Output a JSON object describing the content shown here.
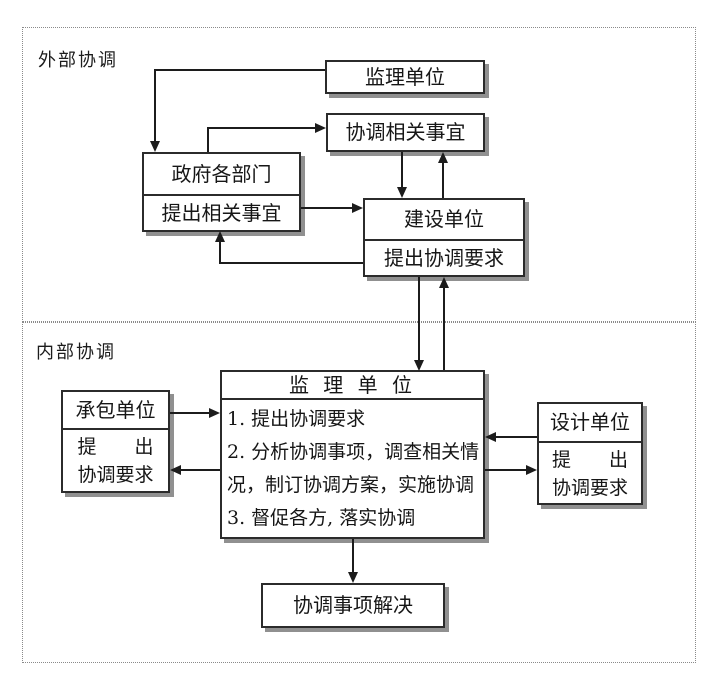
{
  "external_section": {
    "label": "外部协调",
    "supervision_box": {
      "title": "监理单位"
    },
    "coordination_matters_box": {
      "title": "协调相关事宜"
    },
    "government_box": {
      "title": "政府各部门",
      "action": "提出相关事宜"
    },
    "construction_box": {
      "title": "建设单位",
      "action": "提出协调要求"
    }
  },
  "internal_section": {
    "label": "内部协调",
    "contractor_box": {
      "title": "承包单位",
      "action_line1": "提　　出",
      "action_line2": "协调要求"
    },
    "supervision_box": {
      "title": "监 理 单 位",
      "items": [
        "1. 提出协调要求",
        "2. 分析协调事项，调查相关情况，制订协调方案，实施协调",
        "3. 督促各方, 落实协调"
      ]
    },
    "design_box": {
      "title": "设计单位",
      "action_line1": "提　　出",
      "action_line2": "协调要求"
    },
    "resolution_box": {
      "title": "协调事项解决"
    }
  },
  "colors": {
    "line": "#1c1c1c",
    "box_border": "#2b2b2b",
    "box_shadow": "#909090",
    "frame_dotted": "#8a8a8a",
    "background": "#ffffff",
    "text": "#161616"
  }
}
